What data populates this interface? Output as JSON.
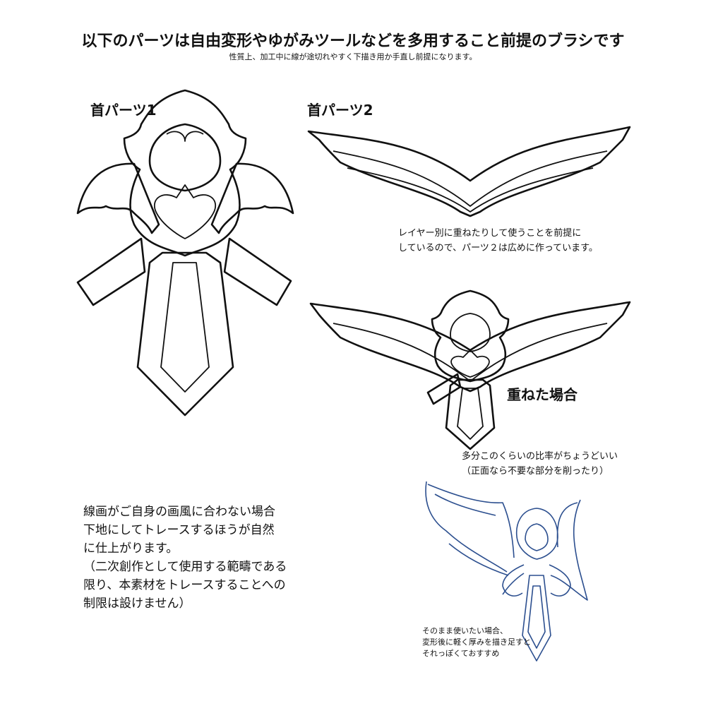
{
  "header": {
    "title": "以下のパーツは自由変形やゆがみツールなどを多用すること前提のブラシです",
    "subtitle": "性質上、加工中に線が途切れやすく下描き用か手直し前提になります。"
  },
  "parts": {
    "neck1_label": "首パーツ1",
    "neck2_label": "首パーツ2",
    "overlap_label": "重ねた場合"
  },
  "notes": {
    "layer_note": [
      "レイヤー別に重ねたりして使うことを前提に",
      "しているので、パーツ２は広めに作っています。"
    ],
    "ratio_note": [
      "多分このくらいの比率がちょうどいい",
      "（正面なら不要な部分を削ったり）"
    ],
    "usage_note": [
      "そのまま使いたい場合、",
      "変形後に軽く厚みを描き足すと",
      "それっぽくておすすめ"
    ],
    "trace_note": [
      "線画がご自身の画風に合わない場合",
      "下地にしてトレースするほうが自然",
      "に仕上がります。",
      "（二次創作として使用する範疇である",
      "限り、本素材をトレースすることへの",
      "制限は設けません）"
    ]
  },
  "colors": {
    "ink": "#111111",
    "sketch_blue": "#2c4f8f",
    "background": "#ffffff"
  }
}
